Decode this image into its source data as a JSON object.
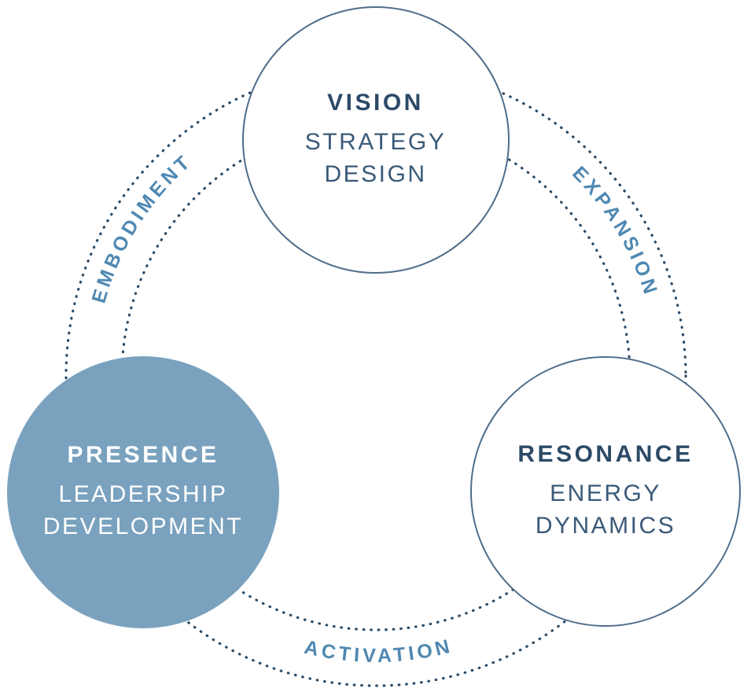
{
  "diagram": {
    "nodes": [
      {
        "id": "vision",
        "title": "VISION",
        "subtitle_lines": [
          "STRATEGY",
          "DESIGN"
        ],
        "style": "outline"
      },
      {
        "id": "presence",
        "title": "PRESENCE",
        "subtitle_lines": [
          "LEADERSHIP",
          "DEVELOPMENT"
        ],
        "style": "filled"
      },
      {
        "id": "resonance",
        "title": "RESONANCE",
        "subtitle_lines": [
          "ENERGY",
          "DYNAMICS"
        ],
        "style": "outline"
      }
    ],
    "arc_labels": [
      {
        "id": "embodiment",
        "label": "EMBODIMENT",
        "position": "upper-left"
      },
      {
        "id": "expansion",
        "label": "EXPANSION",
        "position": "upper-right"
      },
      {
        "id": "activation",
        "label": "ACTIVATION",
        "position": "bottom"
      }
    ],
    "colors": {
      "background": "#ffffff",
      "node_border": "#4f6d8a",
      "node_fill_accent": "#7aa2bf",
      "node_fill_default": "#ffffff",
      "title_text": "#2c4a67",
      "subtitle_text": "#3a5a78",
      "accent_node_text": "#ffffff",
      "arc_label_text": "#4f88b2",
      "dotted_ring": "#2c4b67"
    }
  }
}
